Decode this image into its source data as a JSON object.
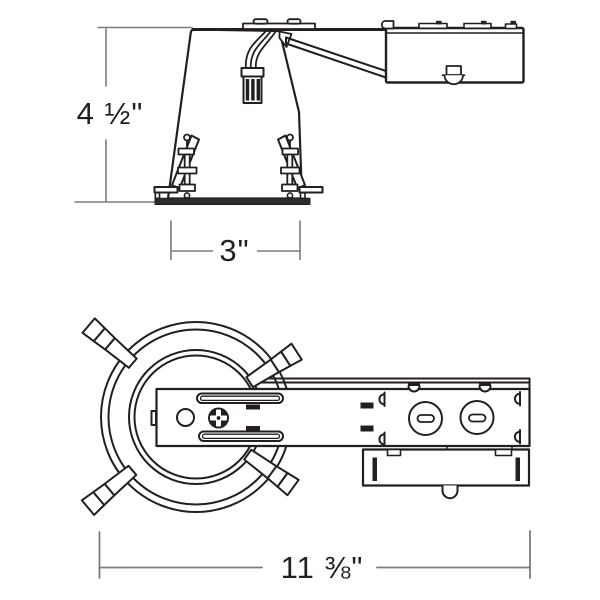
{
  "drawing": {
    "dimensions": {
      "height": "4 ½\"",
      "aperture": "3\"",
      "length": "11 ⅜\""
    },
    "colors": {
      "line": "#231f20",
      "dimension_line": "#7a7b7e",
      "text": "#231f20",
      "background": "#ffffff"
    }
  }
}
